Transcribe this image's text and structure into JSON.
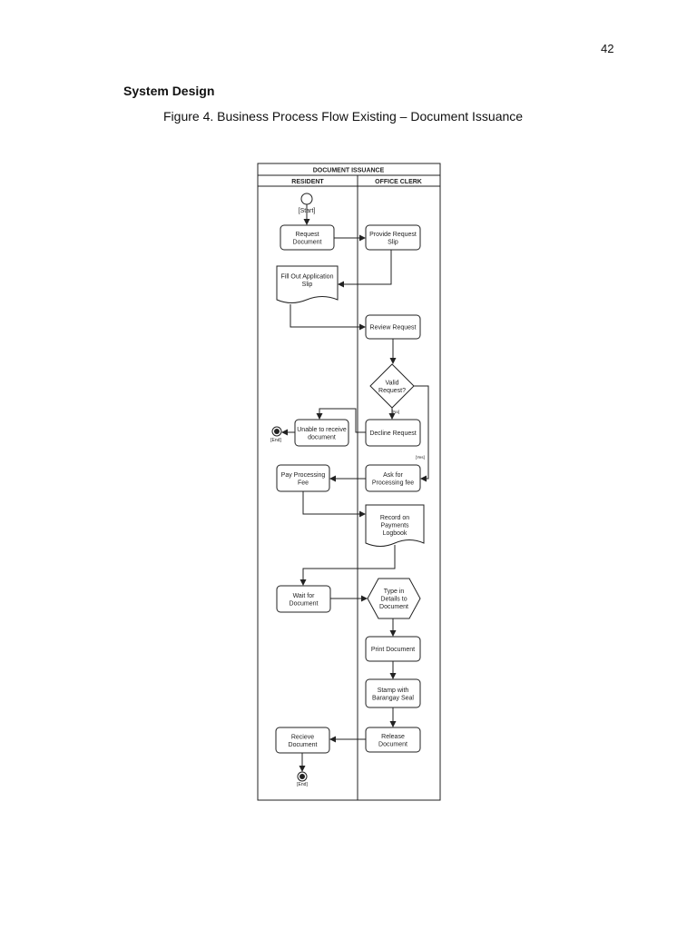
{
  "page_number": "42",
  "section_title": "System Design",
  "figure_caption": "Figure 4. Business Process Flow Existing – Document Issuance",
  "diagram": {
    "title": "DOCUMENT ISSUANCE",
    "lanes": [
      "RESIDENT",
      "OFFICE CLERK"
    ],
    "start_label": "[Start]",
    "end_label": "[End]",
    "yes_label": "[Yes]",
    "no_label": "[No]",
    "nodes": {
      "request_document": [
        "Request",
        "Document"
      ],
      "provide_request_slip": [
        "Provide Request",
        "Slip"
      ],
      "fill_out_application_slip": [
        "Fill Out Application",
        "Slip"
      ],
      "review_request": [
        "Review Request"
      ],
      "valid_request": [
        "Valid",
        "Request?"
      ],
      "unable_to_receive": [
        "Unable to receive",
        "document"
      ],
      "decline_request": [
        "Decline Request"
      ],
      "pay_processing_fee": [
        "Pay Processing",
        "Fee"
      ],
      "ask_for_processing_fee": [
        "Ask for",
        "Processing fee"
      ],
      "record_on_logbook": [
        "Record on",
        "Payments",
        "Logbook"
      ],
      "wait_for_document": [
        "Wait for",
        "Document"
      ],
      "type_in_details": [
        "Type in",
        "Details to",
        "Document"
      ],
      "print_document": [
        "Print Document"
      ],
      "stamp_with_seal": [
        "Stamp with",
        "Barangay Seal"
      ],
      "release_document": [
        "Release",
        "Document"
      ],
      "recieve_document": [
        "Recieve",
        "Document"
      ]
    }
  }
}
